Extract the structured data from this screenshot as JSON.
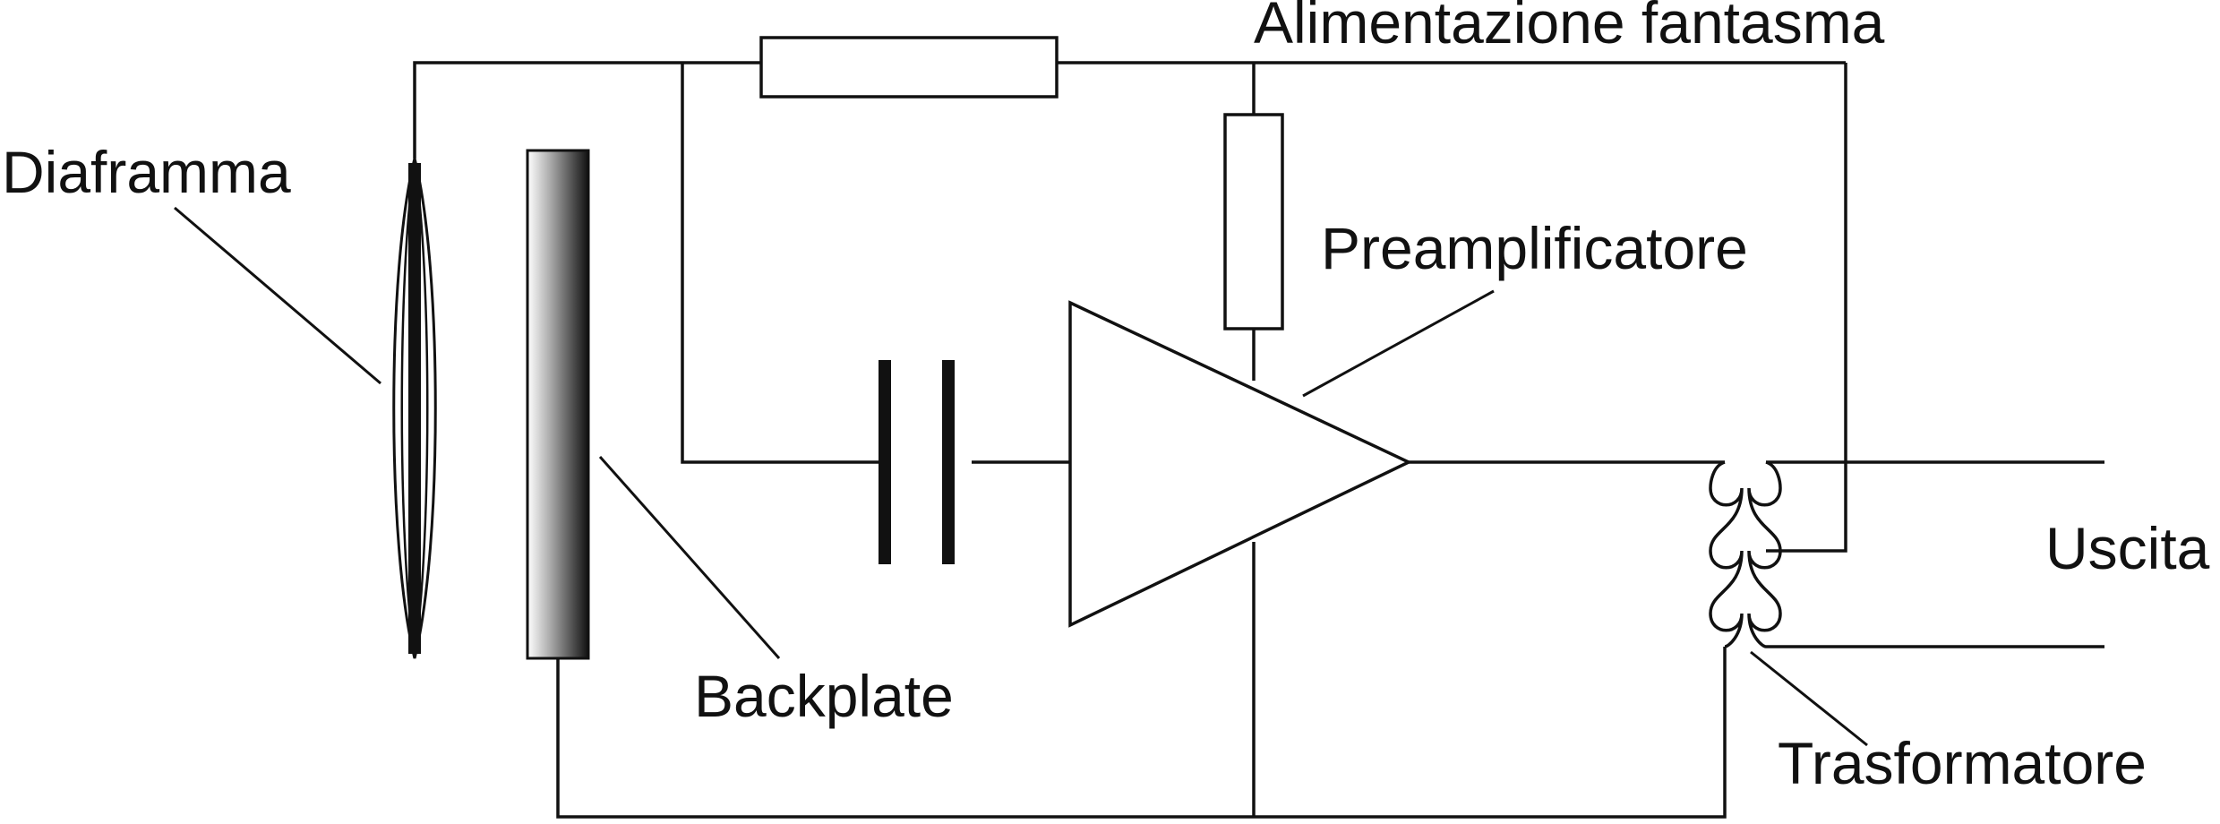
{
  "labels": {
    "diaphragm": "Diaframma",
    "phantom_power": "Alimentazione fantasma",
    "preamplifier": "Preamplificatore",
    "backplate": "Backplate",
    "output": "Uscita",
    "transformer": "Trasformatore"
  },
  "colors": {
    "ink": "#111111",
    "background": "#ffffff",
    "backplate_gradient_light": "#ffffff",
    "backplate_gradient_dark": "#111111"
  }
}
